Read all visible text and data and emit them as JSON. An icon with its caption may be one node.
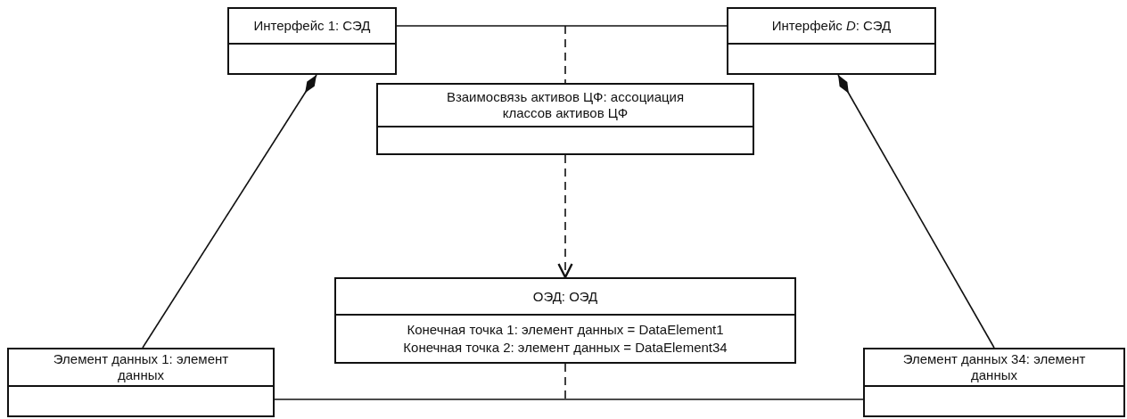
{
  "diagram": {
    "nodes": [
      {
        "text": [
          "Интерфейс 1: СЭД"
        ]
      },
      {
        "text": [
          "Интерфейс *D*: СЭД"
        ]
      },
      {
        "text": [
          "Взаимосвязь активов ЦФ: ассоциация классов активов ЦФ"
        ]
      },
      {
        "text": [
          "ОЭД: ОЭД",
          "Конечная точка 1: элемент данных = DataElement1",
          "Конечная точка 2: элемент данных = DataElement34"
        ]
      },
      {
        "text": [
          "Элемент данных 1: элемент данных"
        ]
      },
      {
        "text": [
          "Элемент данных 34: элемент данных"
        ]
      }
    ],
    "edges": [
      {
        "from": 0,
        "to": 1,
        "arrow": "none"
      },
      {
        "from": null,
        "to": 2,
        "arrow": "none",
        "style": "dashed"
      },
      {
        "from": 2,
        "to": 3,
        "arrow": "to",
        "style": "dashed"
      },
      {
        "from": 0,
        "to": 4,
        "arrow": "other"
      },
      {
        "from": 1,
        "to": 5,
        "arrow": "other"
      },
      {
        "from": 4,
        "to": 5,
        "arrow": "none"
      },
      {
        "from": 3,
        "to": null,
        "arrow": "none",
        "style": "dashed"
      }
    ]
  }
}
